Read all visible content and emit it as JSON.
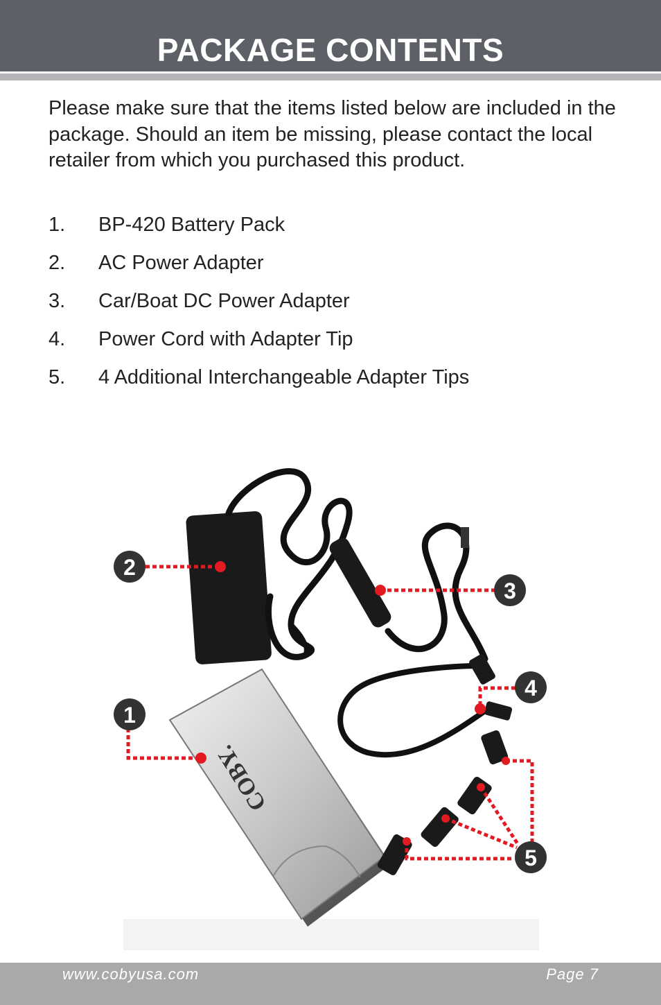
{
  "header": {
    "title": "PACKAGE CONTENTS"
  },
  "intro": "Please make sure that the items listed below are included in the package. Should an item be missing, please contact the local retailer from which you purchased this product.",
  "items": [
    {
      "number": "1.",
      "label": "BP-420 Battery Pack"
    },
    {
      "number": "2.",
      "label": "AC Power Adapter"
    },
    {
      "number": "3.",
      "label": "Car/Boat DC Power Adapter"
    },
    {
      "number": "4.",
      "label": "Power Cord with Adapter Tip"
    },
    {
      "number": "5.",
      "label": "4 Additional Interchangeable Adapter Tips"
    }
  ],
  "figure": {
    "brand_logo": "COBY.",
    "callouts": [
      "1",
      "2",
      "3",
      "4",
      "5"
    ],
    "accent_color": "#e21b23",
    "callout_color": "#333333"
  },
  "footer": {
    "url": "www.cobyusa.com",
    "page": "Page 7"
  }
}
